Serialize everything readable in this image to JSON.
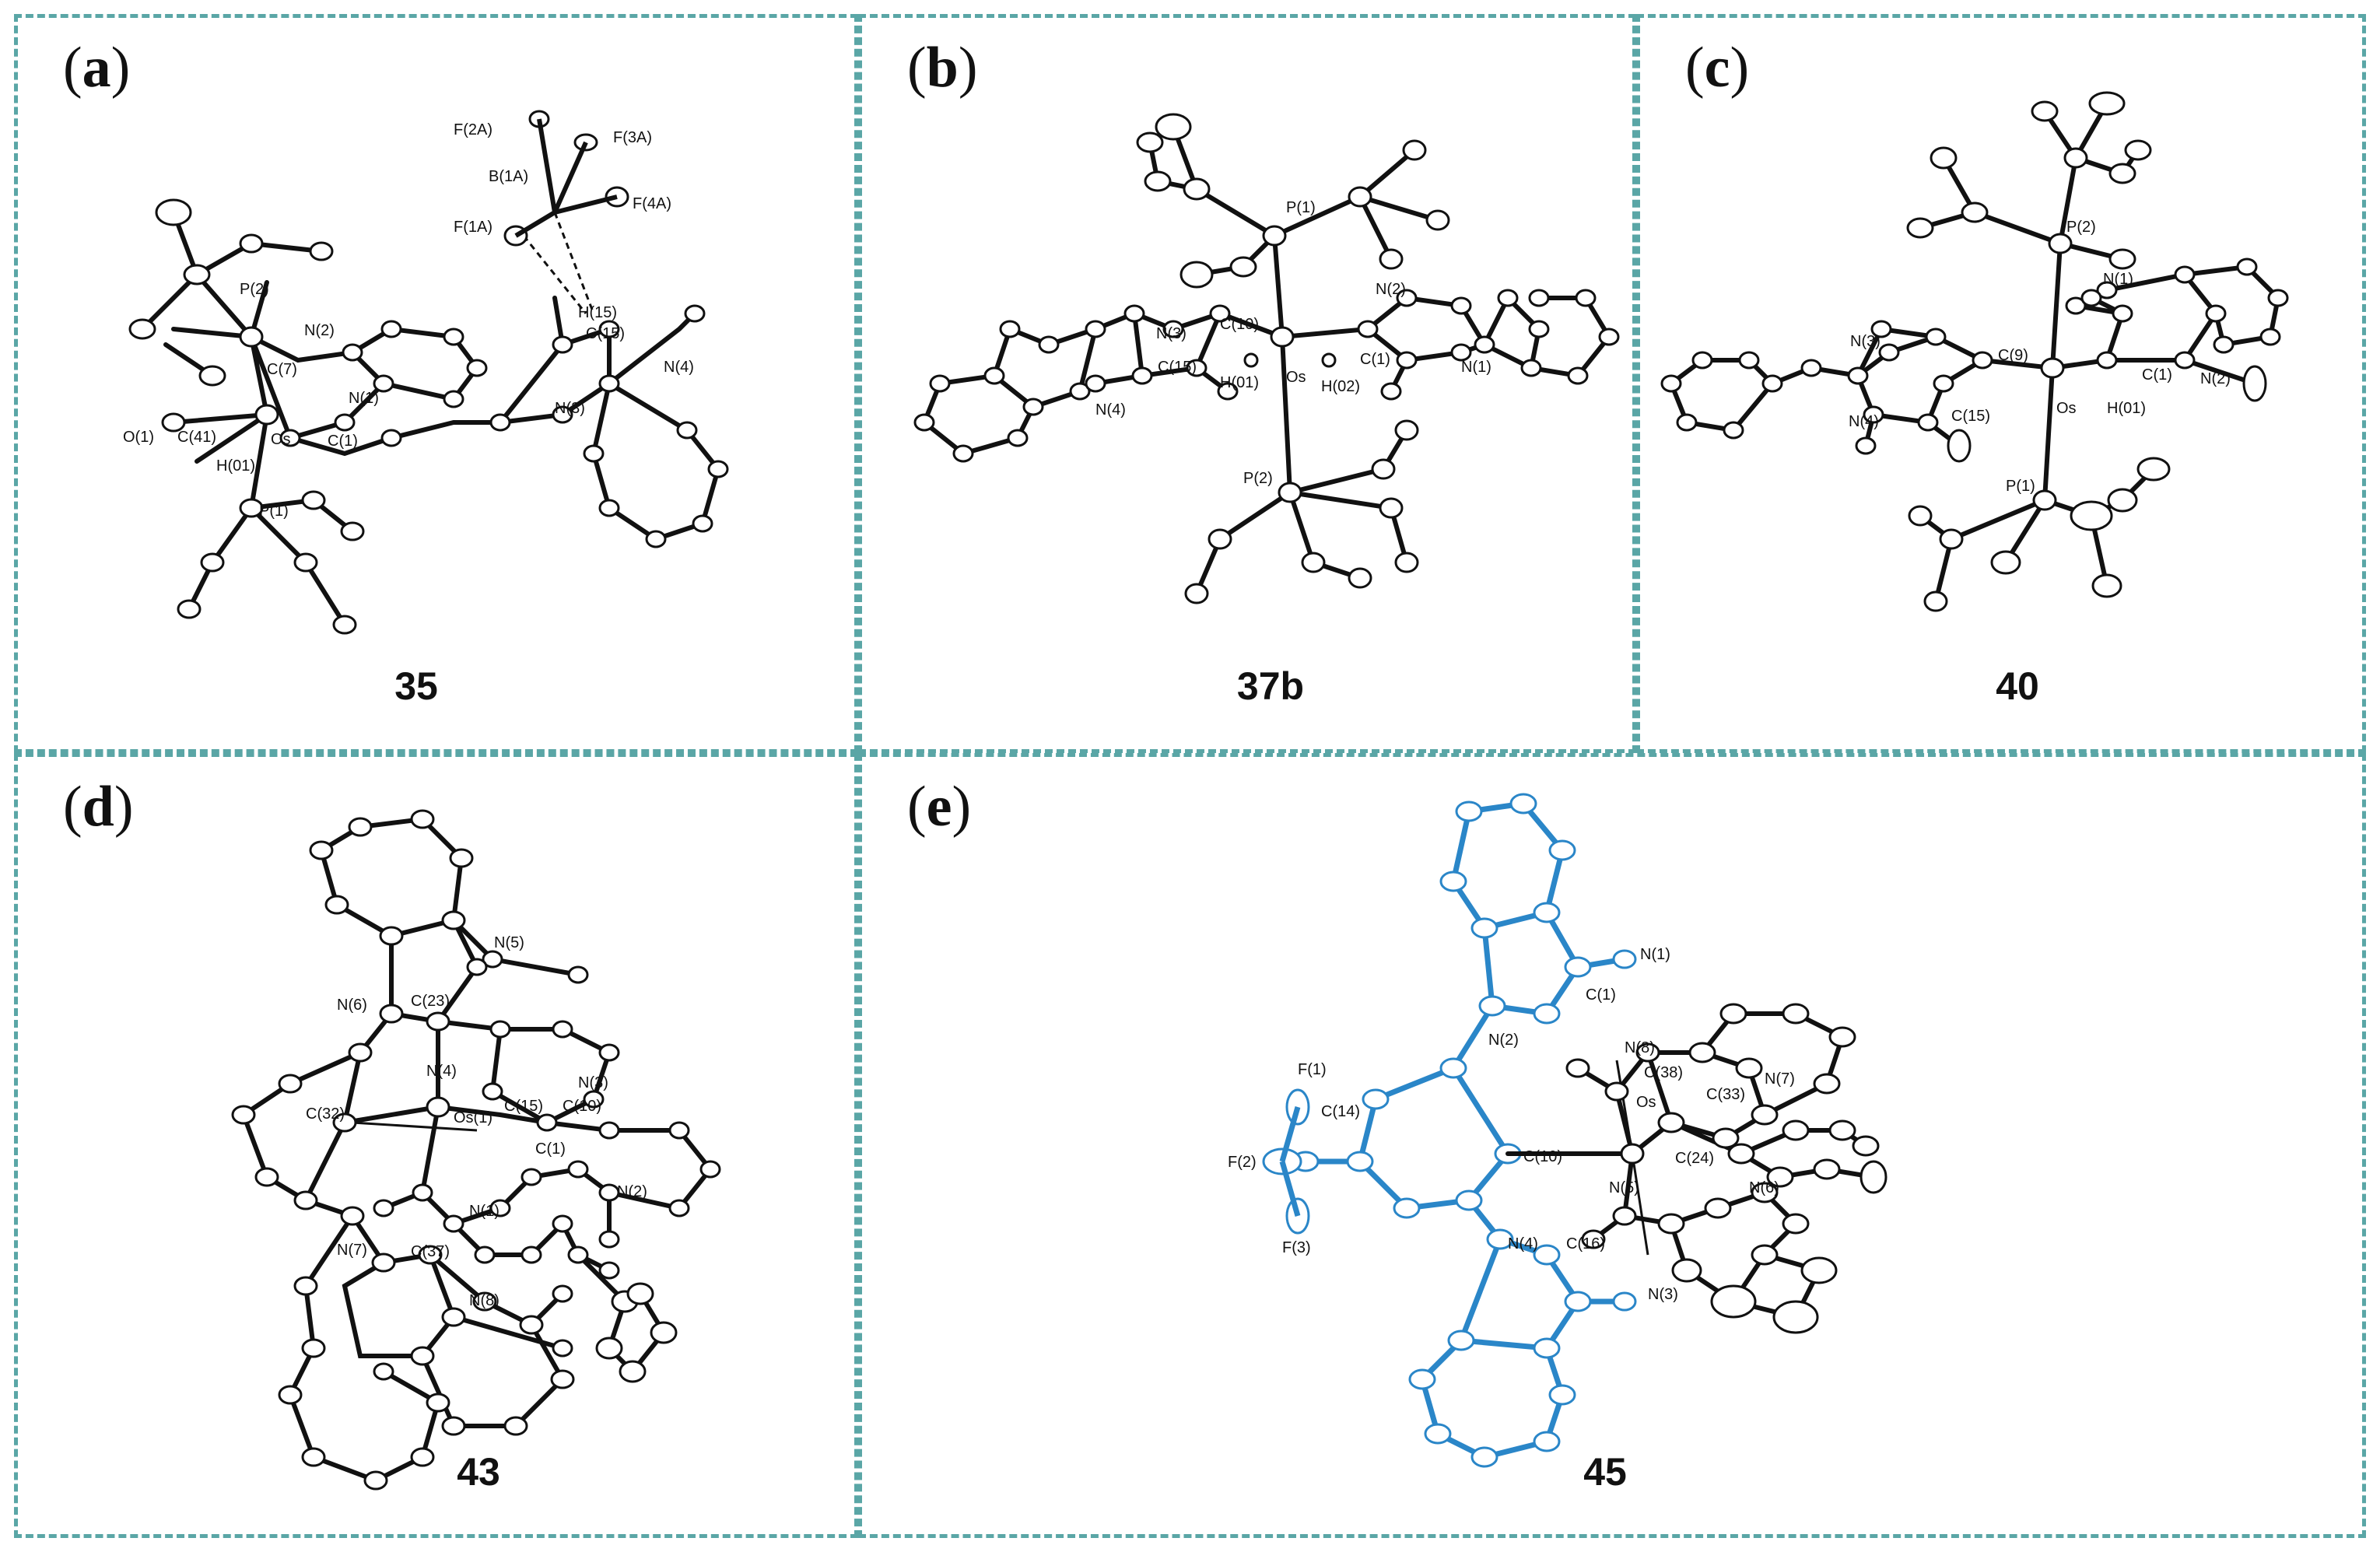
{
  "panels": [
    {
      "id": "a",
      "label_open": "(",
      "label_letter": "a",
      "label_close": ")",
      "compound": "35",
      "atoms": [
        "F(2A)",
        "F(3A)",
        "B(1A)",
        "F(1A)",
        "F(4A)",
        "P(2)",
        "H(15)",
        "N(2)",
        "C(15)",
        "N(4)",
        "C(7)",
        "N(3)",
        "N(1)",
        "O(1)",
        "C(41)",
        "Os",
        "C(1)",
        "H(01)",
        "P(1)"
      ]
    },
    {
      "id": "b",
      "label_open": "(",
      "label_letter": "b",
      "label_close": ")",
      "compound": "37b",
      "atoms": [
        "P(1)",
        "N(2)",
        "N(3)",
        "C(10)",
        "C(1)",
        "N(1)",
        "C(15)",
        "Os",
        "N(4)",
        "H(01)",
        "H(02)",
        "P(2)"
      ]
    },
    {
      "id": "c",
      "label_open": "(",
      "label_letter": "c",
      "label_close": ")",
      "compound": "40",
      "atoms": [
        "P(2)",
        "N(1)",
        "N(3)",
        "C(9)",
        "C(1)",
        "N(2)",
        "N(4)",
        "C(15)",
        "Os",
        "H(01)",
        "P(1)"
      ]
    },
    {
      "id": "d",
      "label_open": "(",
      "label_letter": "d",
      "label_close": ")",
      "compound": "43",
      "atoms": [
        "N(5)",
        "N(6)",
        "C(23)",
        "N(4)",
        "N(3)",
        "C(32)",
        "Os(1)",
        "C(15)",
        "C(10)",
        "C(1)",
        "N(2)",
        "N(1)",
        "N(7)",
        "C(37)",
        "N(8)"
      ]
    },
    {
      "id": "e",
      "label_open": "(",
      "label_letter": "e",
      "label_close": ")",
      "compound": "45",
      "atoms": [
        "N(1)",
        "C(1)",
        "N(2)",
        "N(8)",
        "F(1)",
        "C(38)",
        "N(7)",
        "C(14)",
        "Os",
        "C(33)",
        "F(2)",
        "C(10)",
        "C(24)",
        "N(5)",
        "N(6)",
        "F(3)",
        "N(4)",
        "C(16)",
        "N(3)"
      ]
    }
  ],
  "colors": {
    "border": "#5aa6a6",
    "bond_black": "#111111",
    "bond_blue": "#2a86c8"
  }
}
